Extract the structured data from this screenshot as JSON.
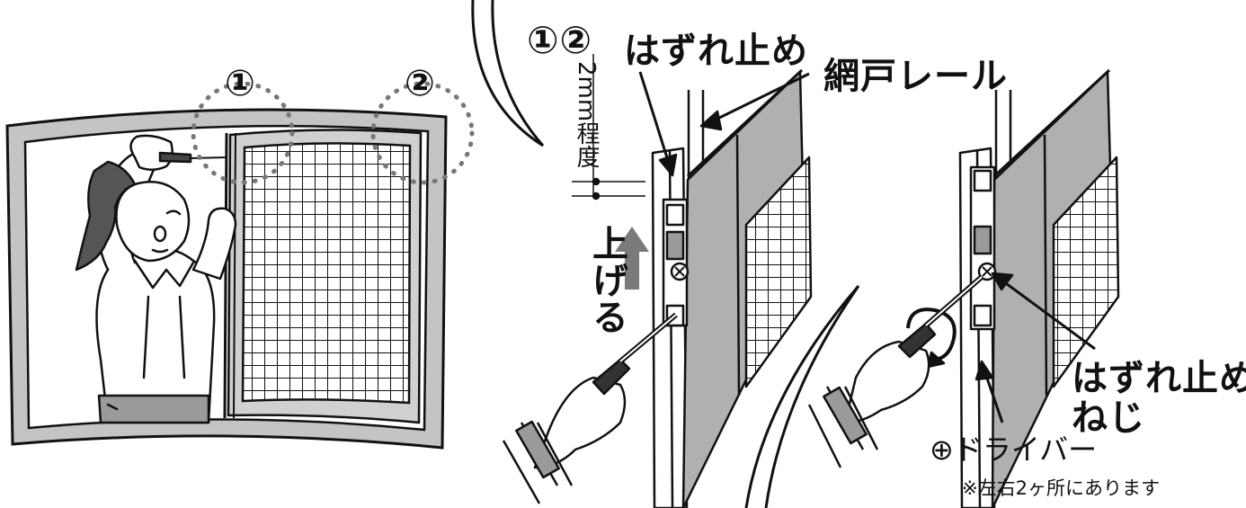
{
  "labels": {
    "circle_1": "①",
    "circle_2": "②",
    "stopper_numbers": "①②",
    "stopper": "はずれ止め",
    "screen_rail": "網戸レール",
    "gap": "2mm程度",
    "lift": "上げる",
    "stopper_screw_line1": "はずれ止め",
    "stopper_screw_line2": "ねじ",
    "driver": "⊕ドライバー",
    "note": "※左右2ヶ所にあります"
  },
  "colors": {
    "line": "#111111",
    "frame_gray": "#bdbdbd",
    "screen_gray": "#a8a8a8",
    "arrow_gray": "#7a7a7a",
    "dotted": "#777777"
  }
}
